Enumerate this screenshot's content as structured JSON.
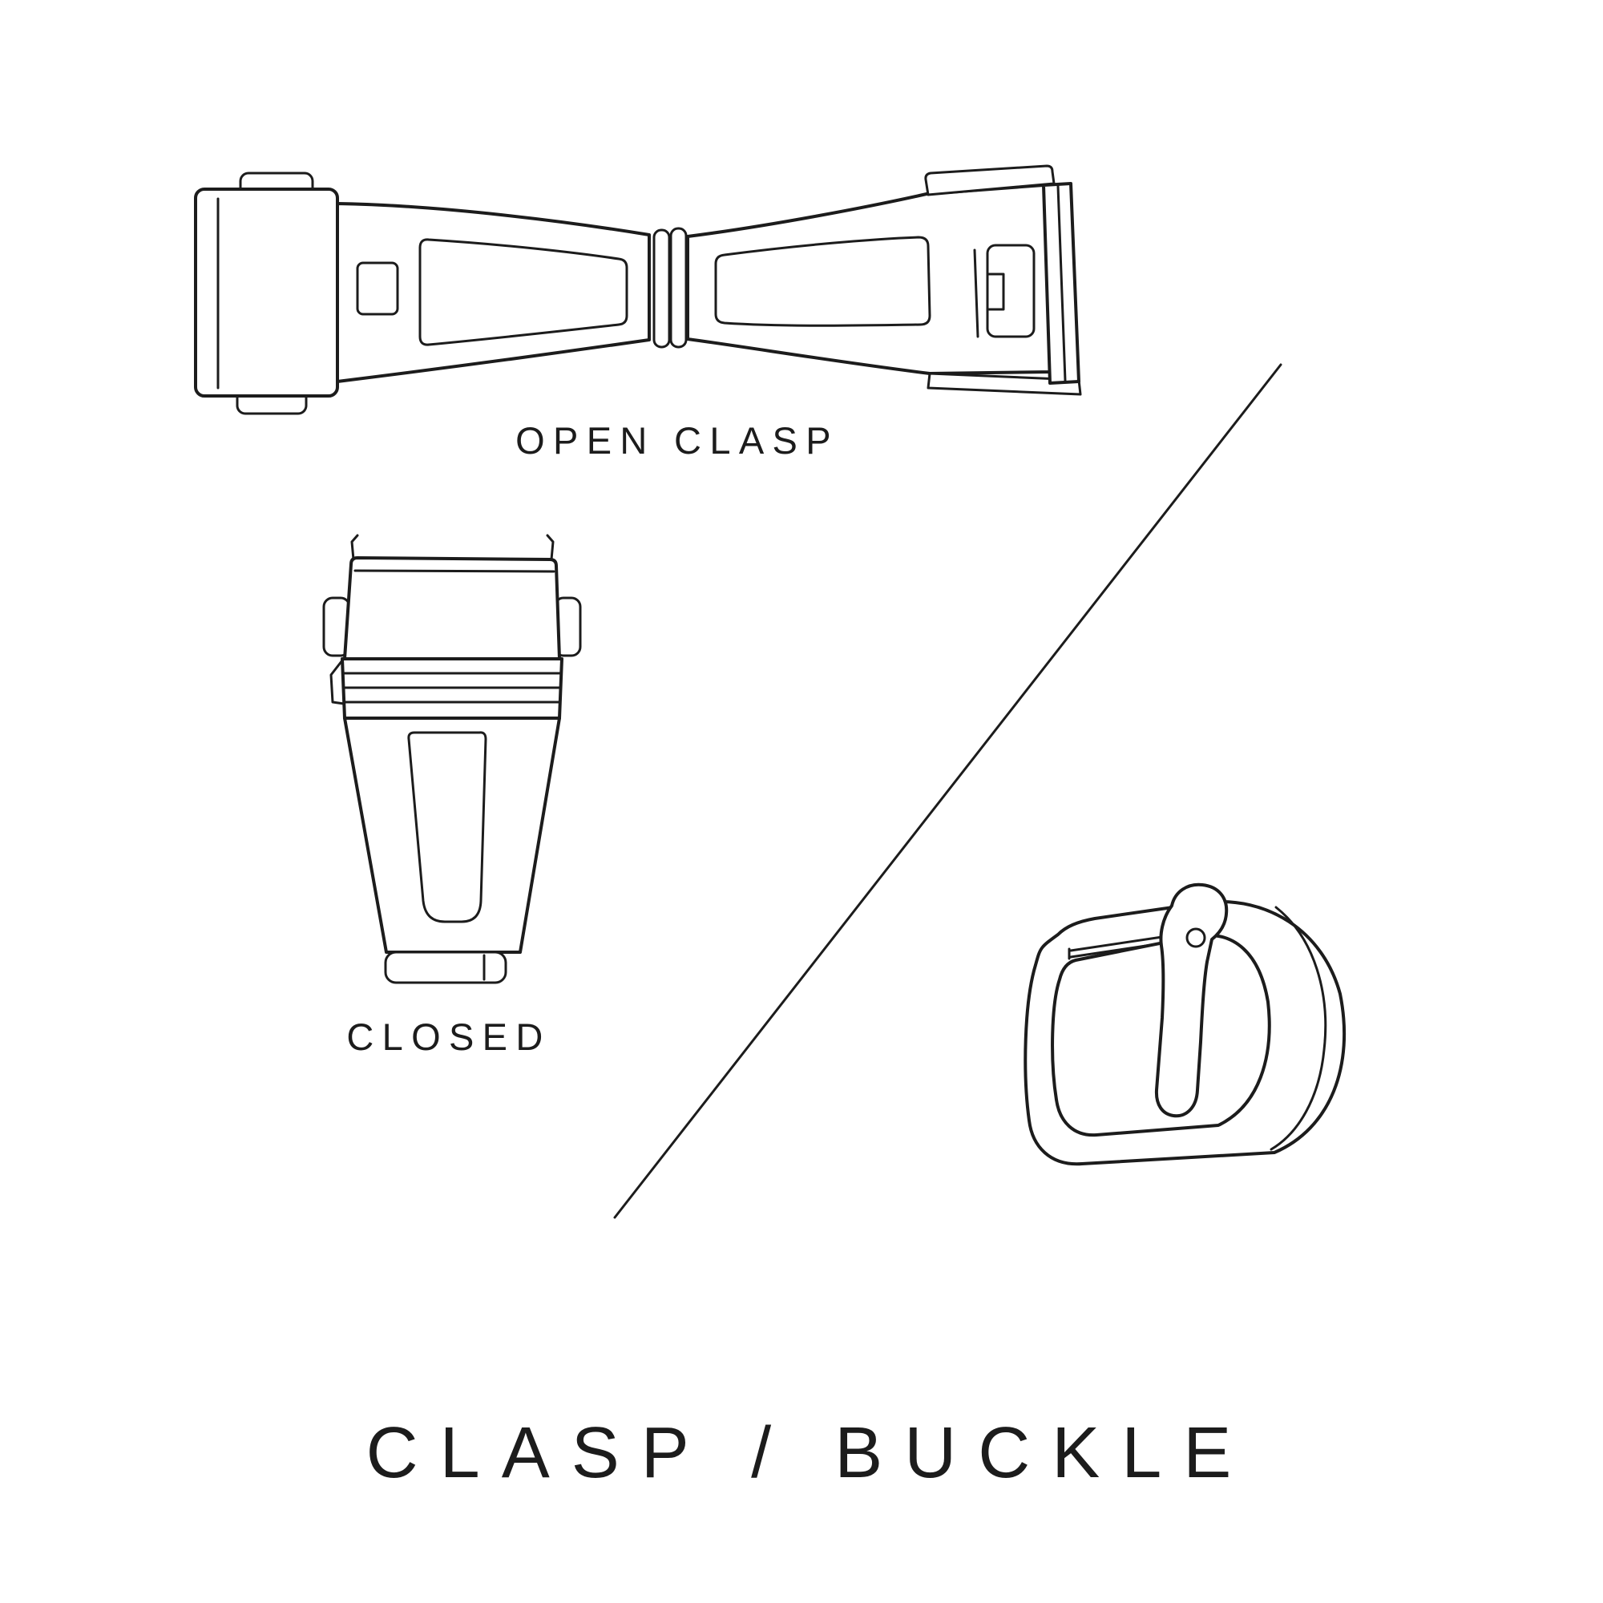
{
  "colors": {
    "background": "#ffffff",
    "line": "#1c1c1c",
    "text": "#1c1c1c"
  },
  "diagram": {
    "open_clasp_label": "OPEN CLASP",
    "closed_label": "CLOSED",
    "title": "CLASP / BUCKLE"
  },
  "illustrations": {
    "open_clasp": "open-clasp-illustration",
    "closed_clasp": "closed-clasp-illustration",
    "buckle": "buckle-illustration",
    "divider": "divider-line"
  }
}
